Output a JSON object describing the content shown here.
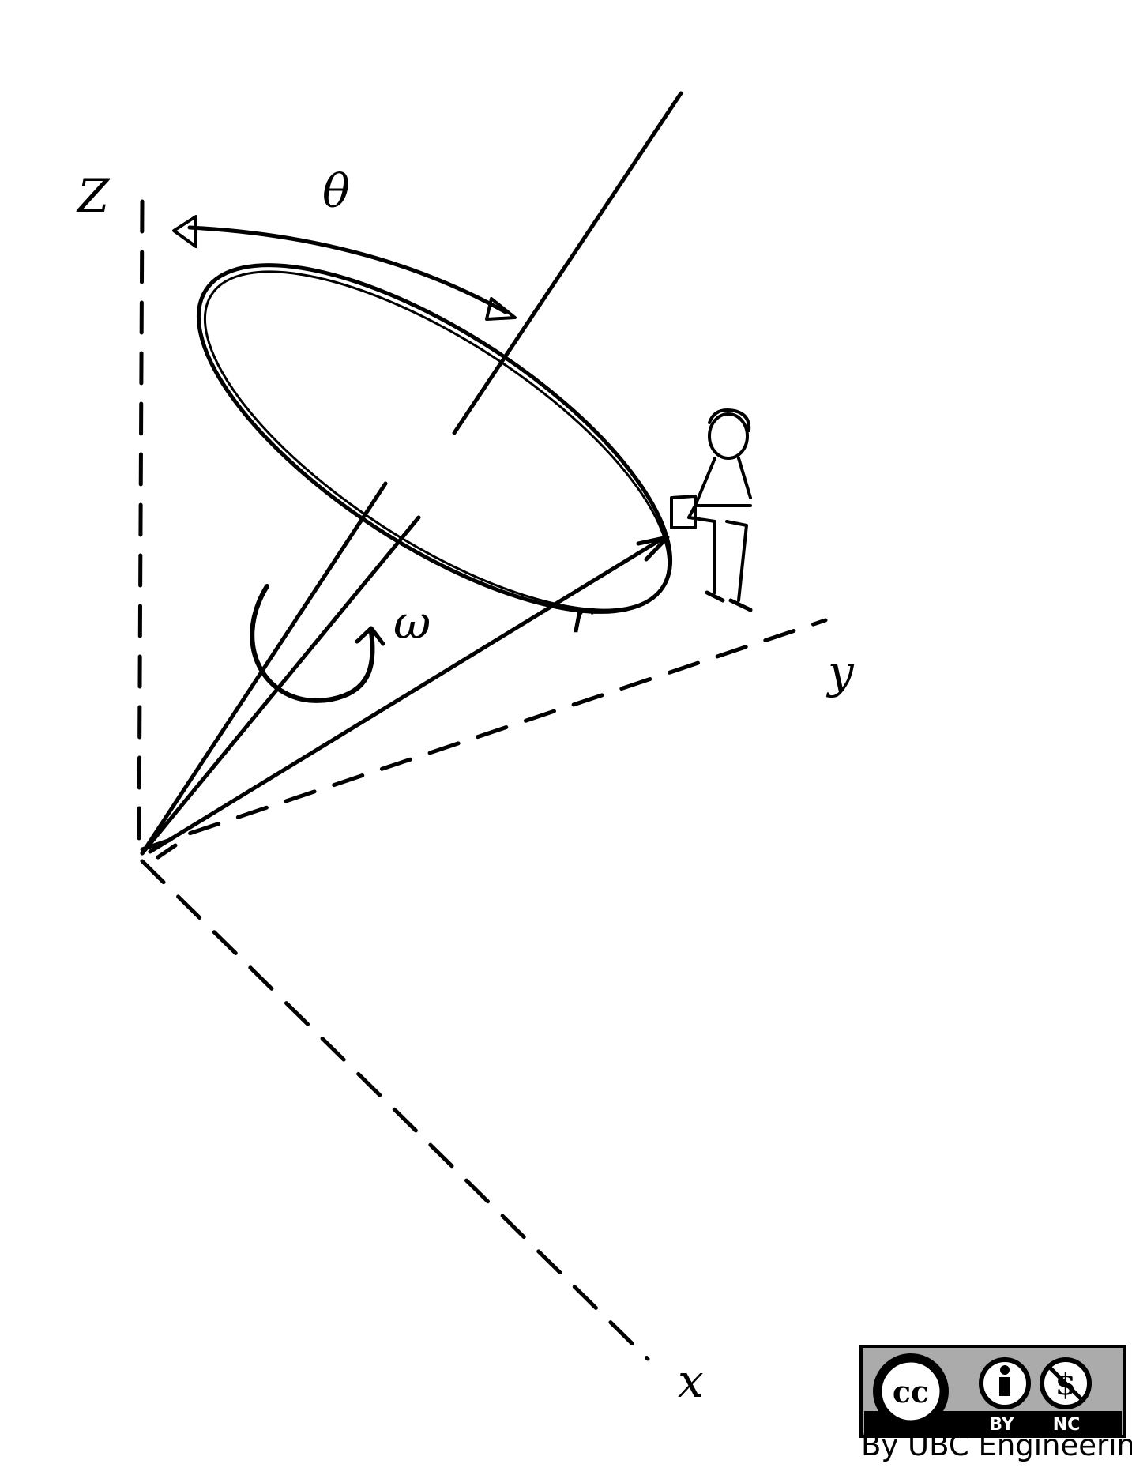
{
  "labels": {
    "z_axis": "Z",
    "y_axis": "y",
    "x_axis": "x",
    "theta": "θ",
    "omega": "ω",
    "radius": "r"
  },
  "license": {
    "cc": "cc",
    "by": "BY",
    "nc": "NC",
    "credit": "By UBC Engineering"
  }
}
